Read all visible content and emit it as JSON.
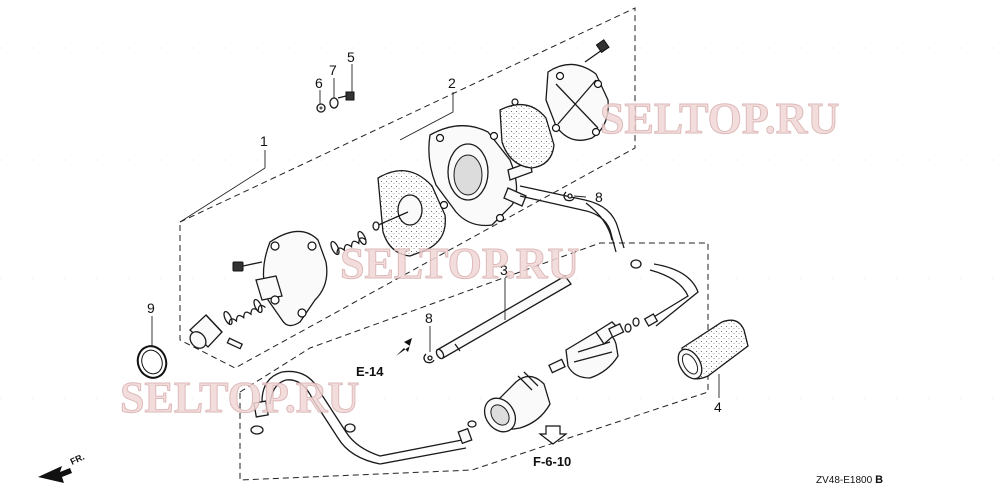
{
  "watermark": "SELTOP.RU",
  "diagram_code": "ZV48-E1800",
  "diagram_code_suffix": "B",
  "front_arrow_label": "FR.",
  "references": {
    "e14": "E-14",
    "f610": "F-6-10"
  },
  "parts": [
    {
      "number": "1"
    },
    {
      "number": "2"
    },
    {
      "number": "3"
    },
    {
      "number": "4"
    },
    {
      "number": "5"
    },
    {
      "number": "6"
    },
    {
      "number": "7"
    },
    {
      "number": "8"
    },
    {
      "number": "8"
    },
    {
      "number": "9"
    }
  ]
}
